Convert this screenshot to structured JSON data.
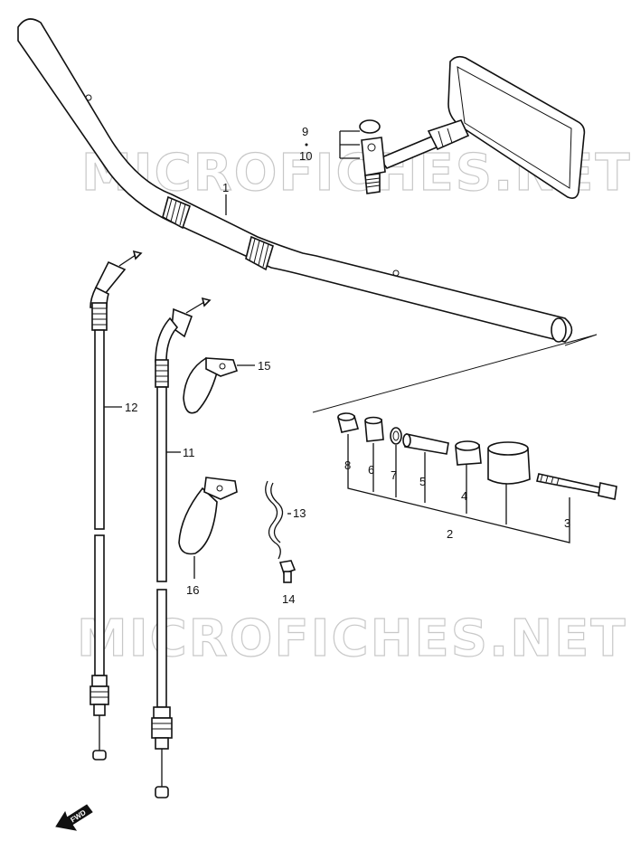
{
  "watermark": "MICROFICHES.NET",
  "callouts": {
    "n1": "1",
    "n2": "2",
    "n3": "3",
    "n4": "4",
    "n5": "5",
    "n6": "6",
    "n7": "7",
    "n8": "8",
    "n9": "9",
    "n10": "10",
    "n11": "11",
    "n12": "12",
    "n13": "13",
    "n14": "14",
    "n15": "15",
    "n16": "16"
  },
  "direction_arrow": "FWD"
}
